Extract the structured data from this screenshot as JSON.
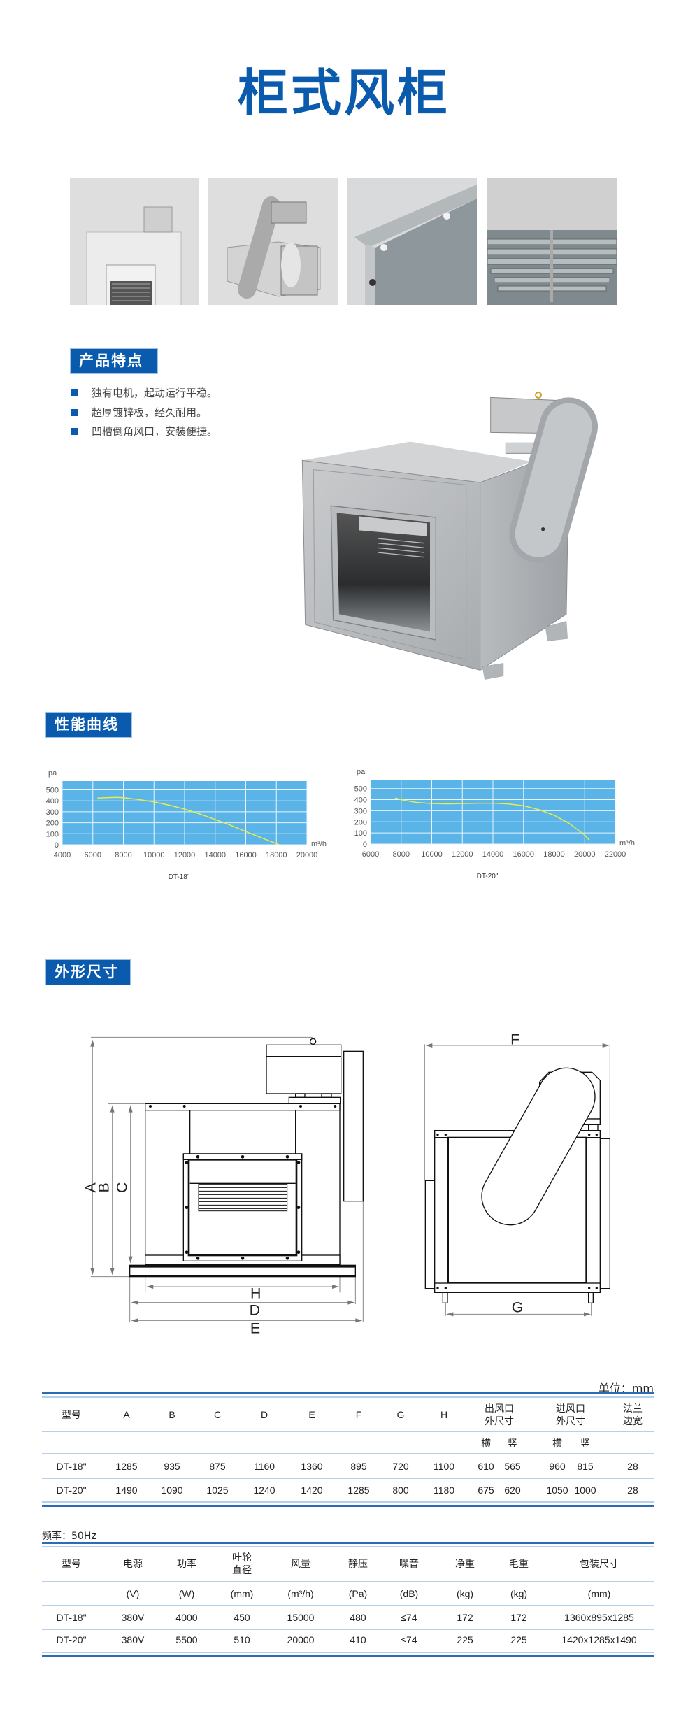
{
  "header": {
    "title": "柜式风柜"
  },
  "thumbnails": [
    "thumbnail-front-view",
    "thumbnail-side-view",
    "thumbnail-corner-detail",
    "thumbnail-impeller-detail"
  ],
  "features": {
    "title": "产品特点",
    "items": [
      "独有电机，起动运行平稳。",
      "超厚镀锌板，经久耐用。",
      "凹槽倒角风口，安装便捷。"
    ]
  },
  "performance": {
    "title": "性能曲线"
  },
  "chart_data": [
    {
      "type": "line",
      "title": "DT-18\"",
      "xlabel": "m³/h",
      "ylabel": "pa",
      "xlim": [
        4000,
        20000
      ],
      "ylim": [
        0,
        580
      ],
      "x_ticks": [
        4000,
        6000,
        8000,
        10000,
        12000,
        14000,
        16000,
        18000,
        20000
      ],
      "y_ticks": [
        0,
        100,
        200,
        300,
        400,
        500
      ],
      "grid": true,
      "colors": {
        "plot_bg": "#5ab4e8",
        "curve": "#e8ec4a"
      },
      "series": [
        {
          "name": "DT-18\"",
          "x": [
            6300,
            7500,
            8000,
            9000,
            10000,
            11000,
            12000,
            13000,
            14000,
            15000,
            16000,
            17000,
            18200
          ],
          "y": [
            425,
            432,
            428,
            412,
            390,
            360,
            325,
            280,
            230,
            178,
            120,
            65,
            0
          ]
        }
      ]
    },
    {
      "type": "line",
      "title": "DT-20\"",
      "xlabel": "m³/h",
      "ylabel": "pa",
      "xlim": [
        6000,
        22000
      ],
      "ylim": [
        0,
        580
      ],
      "x_ticks": [
        6000,
        8000,
        10000,
        12000,
        14000,
        16000,
        18000,
        20000,
        22000
      ],
      "y_ticks": [
        0,
        100,
        200,
        300,
        400,
        500
      ],
      "grid": true,
      "colors": {
        "plot_bg": "#5ab4e8",
        "curve": "#e8ec4a"
      },
      "series": [
        {
          "name": "DT-20\"",
          "x": [
            7600,
            8000,
            9000,
            10000,
            11000,
            12000,
            13000,
            14000,
            15000,
            16000,
            17000,
            18000,
            19000,
            20000,
            20300
          ],
          "y": [
            415,
            400,
            375,
            365,
            362,
            365,
            368,
            368,
            362,
            345,
            310,
            260,
            185,
            80,
            35
          ]
        }
      ]
    }
  ],
  "dimensions": {
    "title": "外形尺寸",
    "front_labels": {
      "a": "A",
      "b": "B",
      "c": "C",
      "h": "H",
      "d": "D",
      "e": "E"
    },
    "side_labels": {
      "f": "F",
      "g": "G"
    }
  },
  "dim_table": {
    "unit": "单位：mm",
    "headers": [
      "型号",
      "A",
      "B",
      "C",
      "D",
      "E",
      "F",
      "G",
      "H"
    ],
    "group_headers": [
      "出风口\n外尺寸",
      "进风口\n外尺寸",
      "法兰\n边宽"
    ],
    "sub_headers": [
      "横",
      "竖",
      "横",
      "竖"
    ],
    "rows": [
      [
        "DT-18\"",
        "1285",
        "935",
        "875",
        "1160",
        "1360",
        "895",
        "720",
        "1100",
        "610",
        "565",
        "960",
        "815",
        "28"
      ],
      [
        "DT-20\"",
        "1490",
        "1090",
        "1025",
        "1240",
        "1420",
        "1285",
        "800",
        "1180",
        "675",
        "620",
        "1050",
        "1000",
        "28"
      ]
    ]
  },
  "spec_table": {
    "frequency": "频率：50Hz",
    "headers": [
      "型号",
      "电源",
      "功率",
      "叶轮\n直径",
      "风量",
      "静压",
      "噪音",
      "净重",
      "毛重",
      "包装尺寸"
    ],
    "units": [
      "",
      "(V)",
      "(W)",
      "(mm)",
      "(m³/h)",
      "(Pa)",
      "(dB)",
      "(kg)",
      "(kg)",
      "(mm)"
    ],
    "rows": [
      [
        "DT-18\"",
        "380V",
        "4000",
        "450",
        "15000",
        "480",
        "≤74",
        "172",
        "172",
        "1360x895x1285"
      ],
      [
        "DT-20\"",
        "380V",
        "5500",
        "510",
        "20000",
        "410",
        "≤74",
        "225",
        "225",
        "1420x1285x1490"
      ]
    ]
  }
}
